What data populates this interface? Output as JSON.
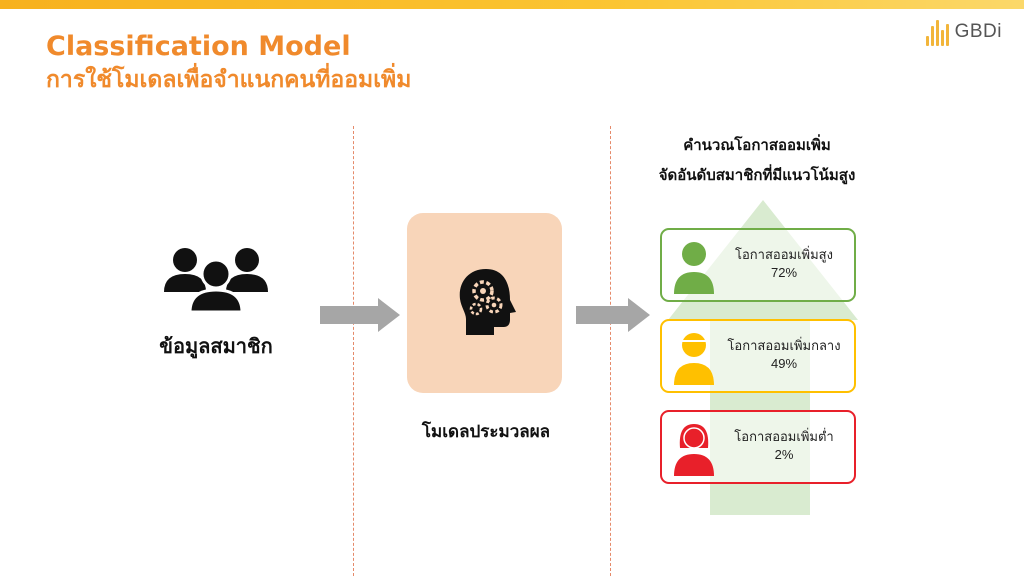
{
  "header": {
    "title_en": "Classification Model",
    "title_th": "การใช้โมเดลเพื่อจำแนกคนที่ออมเพิ่ม",
    "logo_text": "GBDi"
  },
  "input": {
    "label": "ข้อมูลสมาชิก",
    "icon": "people-group-icon"
  },
  "model": {
    "label": "โมเดลประมวลผล",
    "icon": "head-gears-icon"
  },
  "output": {
    "title_line1": "คำนวณโอกาสออมเพิ่ม",
    "title_line2": "จัดอันดับสมาชิกที่มีแนวโน้มสูง",
    "cards": [
      {
        "label": "โอกาสออมเพิ่มสูง",
        "percent": "72%",
        "color": "#70ad47",
        "icon": "person-icon"
      },
      {
        "label": "โอกาสออมเพิ่มกลาง",
        "percent": "49%",
        "color": "#ffc000",
        "icon": "person-cap-icon"
      },
      {
        "label": "โอกาสออมเพิ่มต่ำ",
        "percent": "2%",
        "color": "#e8202a",
        "icon": "woman-icon"
      }
    ]
  },
  "colors": {
    "accent": "#f08a2c",
    "topbar": "#fbc532",
    "arrow": "#a6a6a6",
    "model_box": "#f8d5b9",
    "up_arrow": "#d9ebd0"
  }
}
